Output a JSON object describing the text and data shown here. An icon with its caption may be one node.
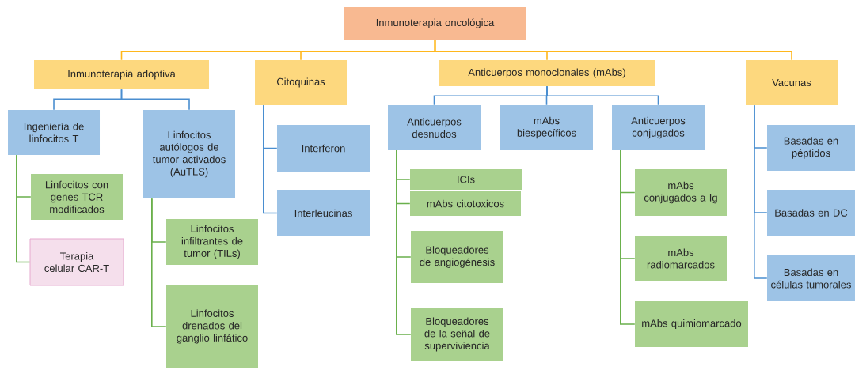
{
  "diagram": {
    "nodes": [
      {
        "text": [
          "Inmunoterapia oncológica"
        ]
      },
      {
        "text": [
          "Inmunoterapia adoptiva"
        ]
      },
      {
        "text": [
          "Citoquinas"
        ]
      },
      {
        "text": [
          "Anticuerpos monoclonales (mAbs)"
        ]
      },
      {
        "text": [
          "Vacunas"
        ]
      },
      {
        "text": [
          "Ingeniería de linfocitos T"
        ]
      },
      {
        "text": [
          "Linfocitos autólogos de tumor activados (AuTLS)"
        ]
      },
      {
        "text": [
          "Linfocitos con genes TCR modificados"
        ]
      },
      {
        "text": [
          "Terapia celular CAR-T"
        ]
      },
      {
        "text": [
          "Linfocitos infiltrantes de tumor (TILs)"
        ]
      },
      {
        "text": [
          "Linfocitos drenados del ganglio linfático"
        ]
      },
      {
        "text": [
          "Interferon"
        ]
      },
      {
        "text": [
          "Interleucinas"
        ]
      },
      {
        "text": [
          "Anticuerpos desnudos"
        ]
      },
      {
        "text": [
          "mAbs biespecíficos"
        ]
      },
      {
        "text": [
          "Anticuerpos conjugados"
        ]
      },
      {
        "text": [
          "ICIs"
        ]
      },
      {
        "text": [
          "mAbs citotoxicos"
        ]
      },
      {
        "text": [
          "Bloqueadores de angiogénesis"
        ]
      },
      {
        "text": [
          "Bloqueadores de la señal de superviviencia"
        ]
      },
      {
        "text": [
          "mAbs conjugados a Ig"
        ]
      },
      {
        "text": [
          "mAbs radiomarcados"
        ]
      },
      {
        "text": [
          "mAbs quimiomarcado"
        ]
      },
      {
        "text": [
          "Basadas en péptidos"
        ]
      },
      {
        "text": [
          "Basadas en DC"
        ]
      },
      {
        "text": [
          "Basadas en células tumorales"
        ]
      }
    ],
    "edges": [
      {
        "from": 0,
        "to": 1,
        "arrow": "none",
        "color": "#ffb71c"
      },
      {
        "from": 0,
        "to": 2,
        "arrow": "none",
        "color": "#ffb71c"
      },
      {
        "from": 0,
        "to": 3,
        "arrow": "none",
        "color": "#ffb71c"
      },
      {
        "from": 0,
        "to": 4,
        "arrow": "none",
        "color": "#ffb71c"
      },
      {
        "from": 1,
        "to": 5,
        "arrow": "none",
        "color": "#4a8ed0"
      },
      {
        "from": 1,
        "to": 6,
        "arrow": "none",
        "color": "#4a8ed0"
      },
      {
        "from": 2,
        "to": 11,
        "arrow": "none",
        "color": "#4a8ed0"
      },
      {
        "from": 2,
        "to": 12,
        "arrow": "none",
        "color": "#4a8ed0"
      },
      {
        "from": 3,
        "to": 13,
        "arrow": "none",
        "color": "#4a8ed0"
      },
      {
        "from": 3,
        "to": 14,
        "arrow": "none",
        "color": "#4a8ed0"
      },
      {
        "from": 3,
        "to": 15,
        "arrow": "none",
        "color": "#4a8ed0"
      },
      {
        "from": 4,
        "to": 23,
        "arrow": "none",
        "color": "#4a8ed0"
      },
      {
        "from": 4,
        "to": 24,
        "arrow": "none",
        "color": "#4a8ed0"
      },
      {
        "from": 4,
        "to": 25,
        "arrow": "none",
        "color": "#4a8ed0"
      },
      {
        "from": 5,
        "to": 7,
        "arrow": "none"
      },
      {
        "from": 5,
        "to": 8,
        "arrow": "none"
      },
      {
        "from": 6,
        "to": 9,
        "arrow": "none"
      },
      {
        "from": 6,
        "to": 10,
        "arrow": "none"
      },
      {
        "from": 13,
        "to": 16,
        "arrow": "none"
      },
      {
        "from": 13,
        "to": 17,
        "arrow": "none"
      },
      {
        "from": 13,
        "to": 18,
        "arrow": "none"
      },
      {
        "from": 13,
        "to": 19,
        "arrow": "none"
      },
      {
        "from": 15,
        "to": 20,
        "arrow": "none"
      },
      {
        "from": 15,
        "to": 21,
        "arrow": "none"
      },
      {
        "from": 15,
        "to": 22,
        "arrow": "none"
      }
    ]
  }
}
